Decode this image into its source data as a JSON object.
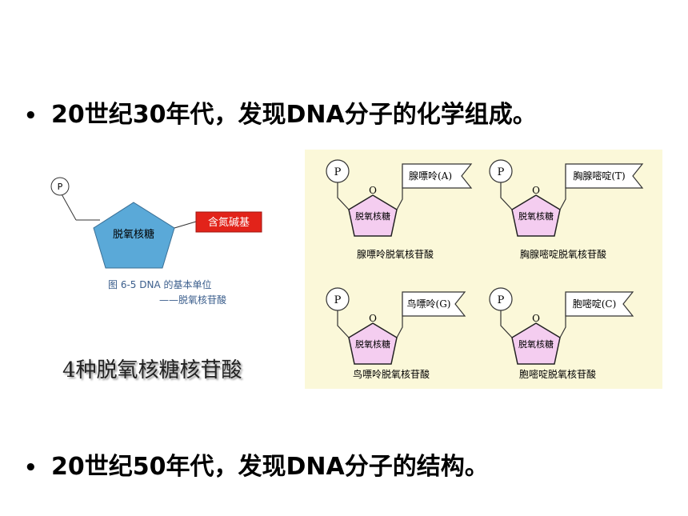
{
  "bullets": [
    {
      "marker": "•",
      "text": "20世纪30年代，发现DNA分子的化学组成。"
    },
    {
      "marker": "•",
      "text": "20世纪50年代，发现DNA分子的结构。"
    }
  ],
  "left_figure": {
    "phosphate": "P",
    "sugar": "脱氧核糖",
    "base": "含氮碱基",
    "caption_line1": "图 6-5  DNA 的基本单位",
    "caption_line2": "——脱氧核苷酸"
  },
  "big_caption": "4种脱氧核糖核苷酸",
  "nucleotides": [
    {
      "phosphate": "P",
      "ring_o": "O",
      "sugar": "脱氧核糖",
      "base": "腺嘌呤(A)",
      "name": "腺嘌呤脱氧核苷酸"
    },
    {
      "phosphate": "P",
      "ring_o": "O",
      "sugar": "脱氧核糖",
      "base": "胸腺嘧啶(T)",
      "name": "胸腺嘧啶脱氧核苷酸"
    },
    {
      "phosphate": "P",
      "ring_o": "O",
      "sugar": "脱氧核糖",
      "base": "鸟嘌呤(G)",
      "name": "鸟嘌呤脱氧核苷酸"
    },
    {
      "phosphate": "P",
      "ring_o": "O",
      "sugar": "脱氧核糖",
      "base": "胞嘧啶(C)",
      "name": "胞嘧啶脱氧核苷酸"
    }
  ],
  "colors": {
    "sugar_fill_left": "#5aa9d8",
    "base_fill_left": "#e2231a",
    "sugar_fill_panel": "#f4cdf0",
    "panel_bg": "#fbf8d9"
  }
}
